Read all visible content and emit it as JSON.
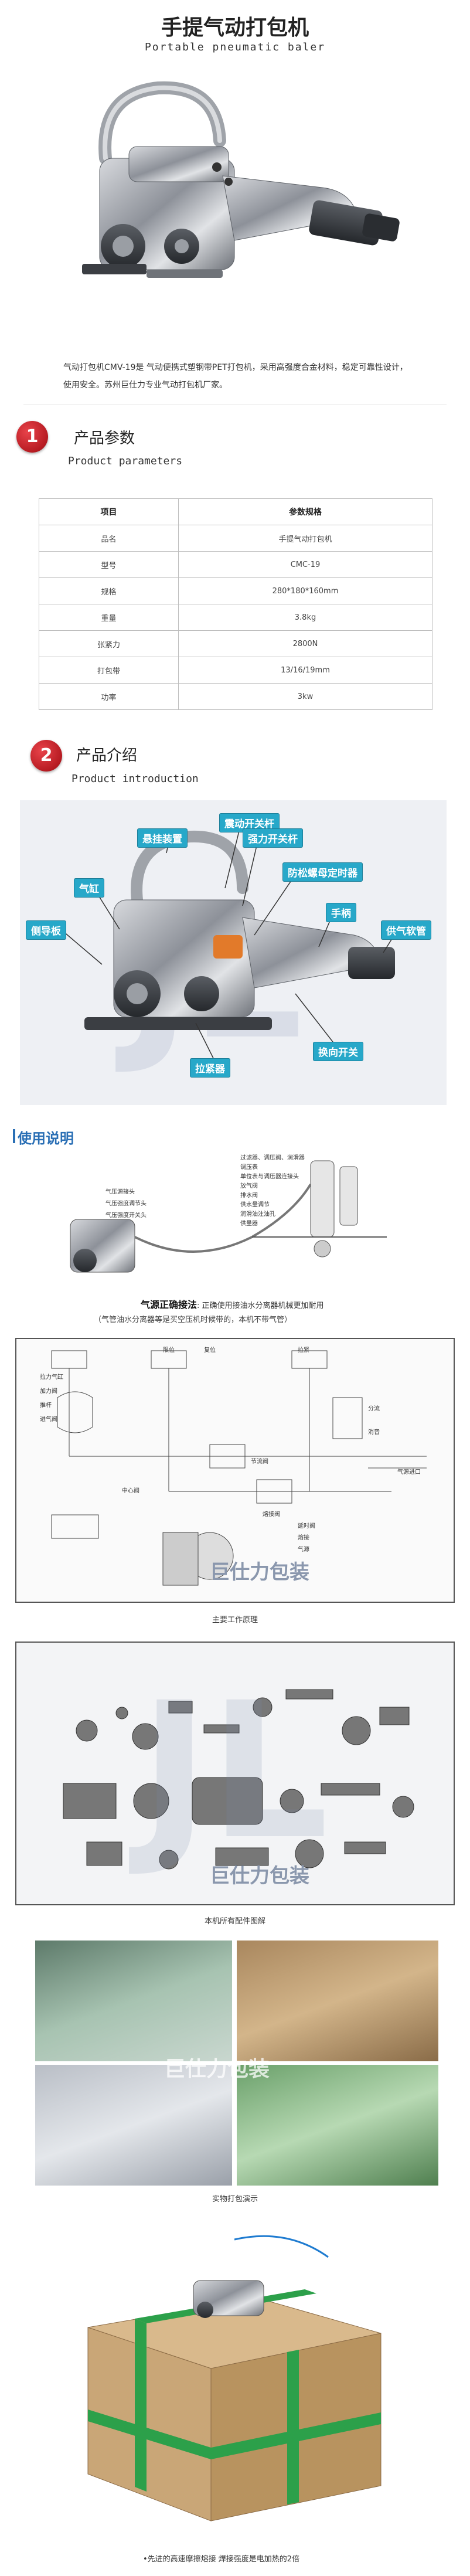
{
  "header": {
    "title_zh": "手提气动打包机",
    "title_en": "Portable pneumatic baler"
  },
  "intro": {
    "text": "气动打包机CMV-19是 气动便携式塑钢带PET打包机，采用高强度合金材料，稳定可靠性设计，使用安全。苏州巨仕力专业气动打包机厂家。"
  },
  "section1": {
    "badge": "1",
    "title_zh": "产品参数",
    "title_en": "Product parameters"
  },
  "spec_table": {
    "headers": [
      "项目",
      "参数规格"
    ],
    "rows": [
      [
        "品名",
        "手提气动打包机"
      ],
      [
        "型号",
        "CMC-19"
      ],
      [
        "规格",
        "280*180*160mm"
      ],
      [
        "重量",
        "3.8kg"
      ],
      [
        "张紧力",
        "2800N"
      ],
      [
        "打包带",
        "13/16/19mm"
      ],
      [
        "功率",
        "3kw"
      ]
    ]
  },
  "section2": {
    "badge": "2",
    "title_zh": "产品介绍",
    "title_en": "Product introduction"
  },
  "callouts": {
    "trigger": "震动开关杆",
    "hanger": "悬挂装置",
    "tension_lever": "强力开关杆",
    "lock_nut": "防松螺母定时器",
    "cylinder": "气缸",
    "handle": "手柄",
    "air_hose": "供气软管",
    "side_guide": "侧导板",
    "tension_wheel": "拉紧器",
    "reverse_switch": "换向开关"
  },
  "usage": {
    "heading": "使用说明",
    "labels_left": [
      "气压源接头",
      "气压强度调节头",
      "气压强度开关头"
    ],
    "labels_right": [
      "过滤器、调压阀、润滑器",
      "调压表",
      "单位表与调压器连接头",
      "放气阀",
      "排水阀",
      "供水量调节",
      "润滑油注油孔",
      "供量器"
    ],
    "air_method_strong": "气源正确接法",
    "air_method_text": ": 正确使用接油水分离器机械更加耐用",
    "air_method_note": "（气管油水分离器等是买空压机时候带的，本机不带气管）"
  },
  "diagram1": {
    "caption": "主要工作原理",
    "brand": "巨仕力包装",
    "labels": [
      "拉力气缸",
      "加力阀",
      "推杆",
      "进气阀",
      "限位",
      "复位",
      "拉紧",
      "分流",
      "消音",
      "节流阀",
      "中心阀",
      "熔接阀",
      "延时阀",
      "熔接",
      "气源",
      "气源进口"
    ]
  },
  "diagram2": {
    "caption": "本机所有配件图解",
    "brand": "巨仕力包装"
  },
  "photos": {
    "caption": "实物打包演示",
    "brand": "巨仕力包装"
  },
  "final": {
    "bullets": [
      "先进的高速摩擦熔接    焊接强度是电加热的2倍"
    ]
  },
  "colors": {
    "accent_red": "#c0242b",
    "callout_blue": "#27a8c9",
    "usage_blue": "#2a6fb5"
  }
}
